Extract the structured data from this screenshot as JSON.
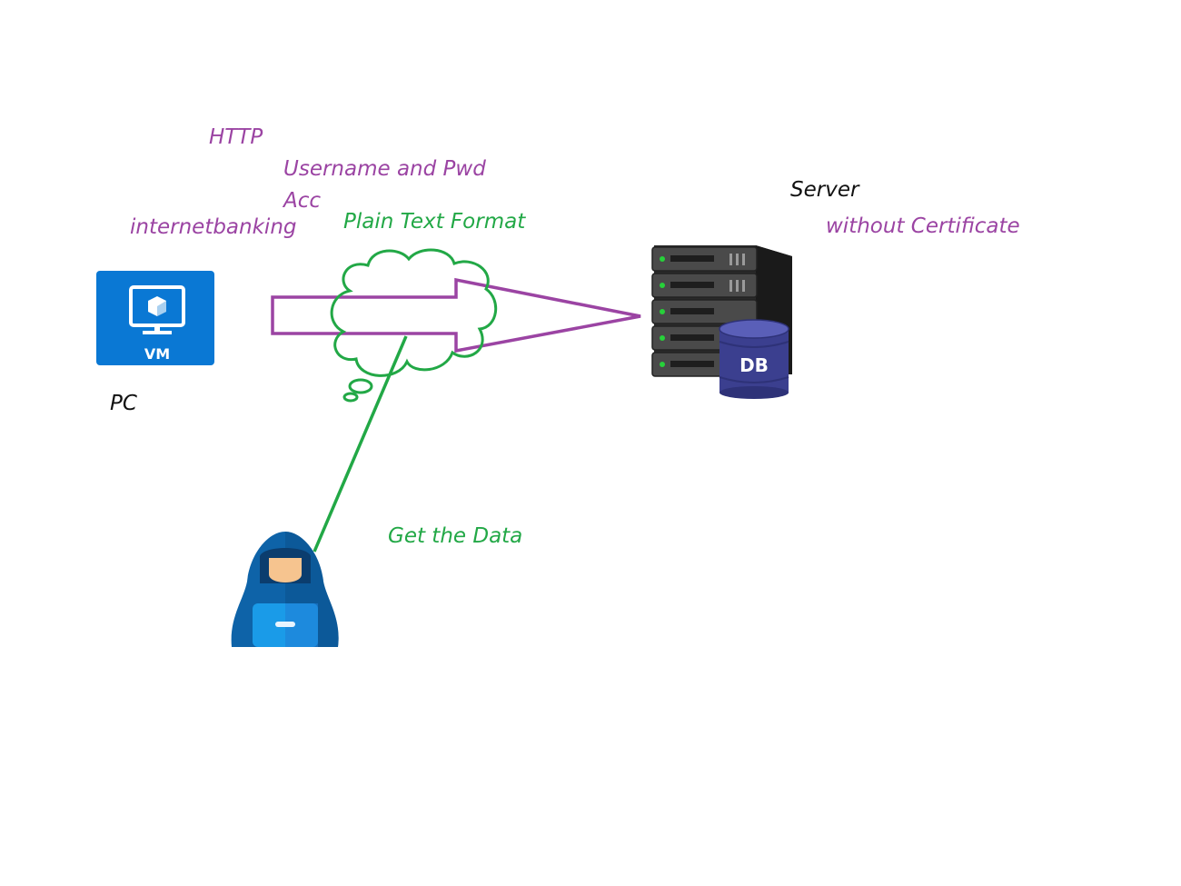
{
  "labels": {
    "http": "HTTP",
    "username_pwd": "Username and Pwd",
    "acc": "Acc",
    "internetbanking": "internetbanking",
    "plain_text": "Plain Text Format",
    "server": "Server",
    "without_cert": "without Certificate",
    "pc": "PC",
    "get_data": "Get the Data"
  },
  "icons": {
    "vm": {
      "name": "vm-icon",
      "text": "VM"
    },
    "server": {
      "name": "server-rack-icon"
    },
    "database": {
      "name": "database-icon",
      "text": "DB"
    },
    "hacker": {
      "name": "hacker-icon"
    }
  },
  "colors": {
    "purple": "#9b44a3",
    "green": "#22a846",
    "azure_blue": "#0a78d4",
    "db_blue": "#3b3f8f"
  }
}
